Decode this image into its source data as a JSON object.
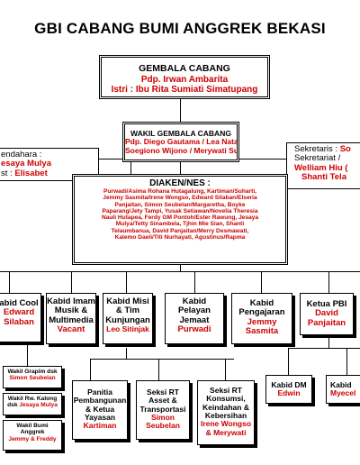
{
  "title": "GBI CABANG BUMI ANGGREK BEKASI",
  "gembala": {
    "heading": "GEMBALA CABANG",
    "line1": "Pdp. Irwan Ambarita",
    "line2": "Istri : Ibu Rita Sumiati Simatupang"
  },
  "wakil": {
    "heading": "WAKIL GEMBALA CABANG",
    "line1": "Pdp. Diego Gautama / Lea Natalia",
    "line2": "Soegiono Wijono / Merywati Suherman"
  },
  "bendahara": {
    "label": "endahara :",
    "name1": "esaya Mulya",
    "prefix2": "st :",
    "name2": "Elisabet"
  },
  "sekretaris": {
    "line1_label": "Sekretaris :",
    "line1_name": "So",
    "line2": "Sekretariat /",
    "line3": "Welliam Hiu (",
    "line4": "Shanti Tela"
  },
  "diaken": {
    "heading": "DIAKEN/NES :",
    "lines": [
      "Purwadi/Asima Rohana Hutagalung, Kartiman/Suharti,",
      "Jemmy Sasmita/Irene Wongso, Edward Silaban/Elseria",
      "Panjaitan, Simon Seubelan/Margaretha, Boyke",
      "Paparang/Jety Tampi, Yusak Setiawan/Novelia Theresia",
      "Nauli Hutapea, Ferdy GM Pontoh/Ester Rawung, Jesaya",
      "Mulya/Tetty Sinambela, Tjhin Mie Sian, Shanti",
      "Telaumbanua, David Panjaitan/Merry Desmawati,",
      "Kalemo Daeli/Titi Nurhayati, Agustinus/Rapma"
    ]
  },
  "kabid": [
    {
      "title_lines": [
        "abid Cool"
      ],
      "name_lines": [
        "Edward",
        "Silaban"
      ]
    },
    {
      "title_lines": [
        "Kabid Imam",
        "Musik &",
        "Multimedia"
      ],
      "name_lines": [
        "Vacant"
      ]
    },
    {
      "title_lines": [
        "Kabid Misi",
        "& Tim",
        "Kunjungan"
      ],
      "name_lines": [
        "Leo Sitinjak"
      ]
    },
    {
      "title_lines": [
        "Kabid",
        "Pelayan",
        "Jemaat"
      ],
      "name_lines": [
        "Purwadi"
      ]
    },
    {
      "title_lines": [
        "Kabid",
        "Pengajaran"
      ],
      "name_lines": [
        "Jemmy",
        "Sasmita"
      ]
    },
    {
      "title_lines": [
        "Ketua PBI"
      ],
      "name_lines": [
        "David",
        "Panjaitan"
      ]
    }
  ],
  "wakil_small": [
    {
      "line1": "Wakil Grapim dsk",
      "name": "Simon Seubelan"
    },
    {
      "line1": "Wakil Rw. Kalong",
      "prefix2": "dsk",
      "name": "Jesaya Mulya"
    },
    {
      "line1": "Wakil Bumi",
      "line2": "Anggrek",
      "name": "Jemmy & Freddy"
    }
  ],
  "panitia": [
    {
      "title_lines": [
        "Panitia",
        "Pembangunan",
        "& Ketua",
        "Yayasan"
      ],
      "name_lines": [
        "Kartiman"
      ]
    },
    {
      "title_lines": [
        "Seksi RT",
        "Asset &",
        "Transportasi"
      ],
      "name_lines": [
        "Simon",
        "Seubelan"
      ]
    },
    {
      "title_lines": [
        "Seksi RT",
        "Konsumsi,",
        "Keindahan &",
        "Kebersihan"
      ],
      "name_lines": [
        "Irene Wongso",
        "& Merywati"
      ]
    }
  ],
  "kabid_dm": {
    "title": "Kabid DM",
    "name": "Edwin"
  },
  "kabid_last": {
    "title": "Kabid",
    "name": "Myecel"
  }
}
